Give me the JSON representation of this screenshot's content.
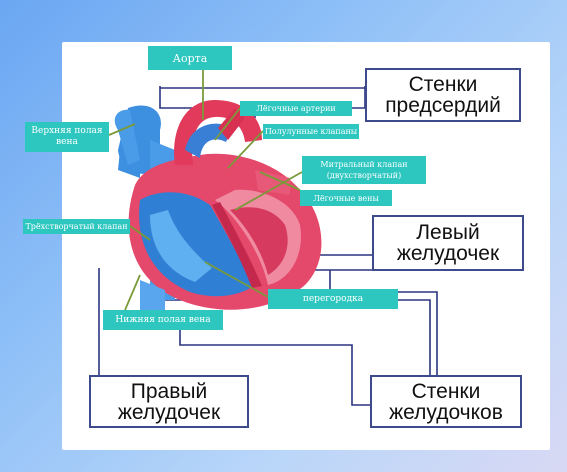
{
  "labels": {
    "aorta": "Аорта",
    "sup_vena_cava": "Верхняя полая вена",
    "pulm_arteries": "Лёгочные артерии",
    "semilunar_valves": "Полулунные клапаны",
    "mitral_valve": "Митральный клапан (двухстворчатый)",
    "pulm_veins": "Лёгочные вены",
    "tricuspid_valve": "Трёхстворчатый клапан",
    "septum": "перегородка",
    "inf_vena_cava": "Нижняя полая вена"
  },
  "boxes": {
    "atria_walls": "Стенки предсердий",
    "left_ventricle": "Левый желудочек",
    "right_ventricle": "Правый желудочек",
    "ventricle_walls": "Стенки желудочков"
  },
  "colors": {
    "tag_fill": "#2ec7c0",
    "box_border": "#3d4a8c",
    "line": "#2b3580",
    "pointer": "#7a9a3a"
  }
}
